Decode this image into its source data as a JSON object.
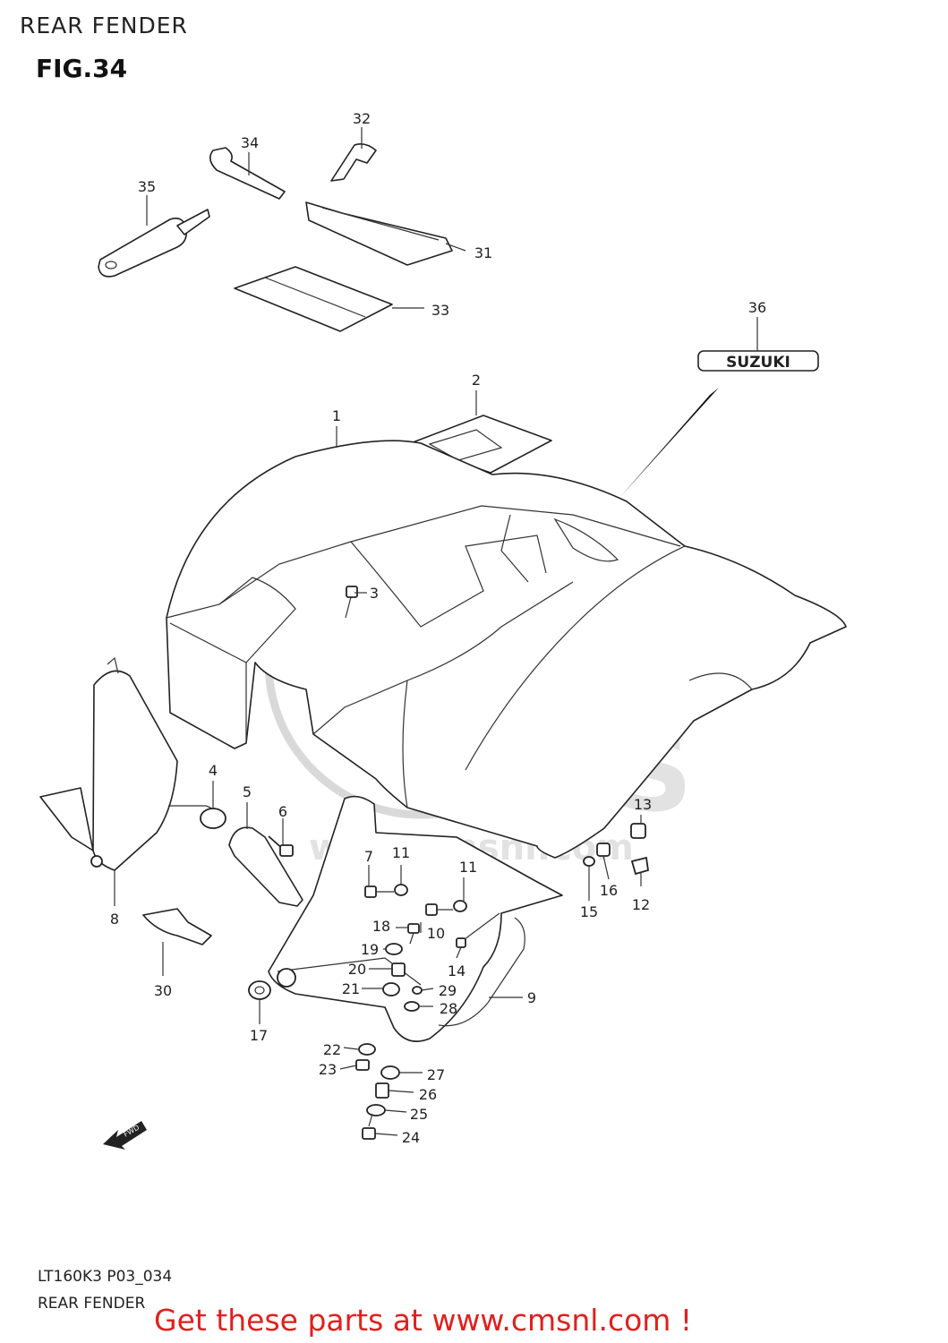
{
  "header": {
    "section_title": "REAR FENDER",
    "figure": "FIG.34"
  },
  "footer": {
    "code": "LT160K3 P03_034",
    "subtitle": "REAR FENDER",
    "cta": "Get these parts at www.cmsnl.com !"
  },
  "watermark": {
    "brand": "CMS",
    "site": "www.cmsnl.com"
  },
  "emblem_text": "SUZUKI",
  "fwd_text": "FWD",
  "callouts": [
    {
      "n": "1"
    },
    {
      "n": "2"
    },
    {
      "n": "3"
    },
    {
      "n": "4"
    },
    {
      "n": "5"
    },
    {
      "n": "6"
    },
    {
      "n": "7"
    },
    {
      "n": "8"
    },
    {
      "n": "9"
    },
    {
      "n": "10"
    },
    {
      "n": "11"
    },
    {
      "n": "11"
    },
    {
      "n": "12"
    },
    {
      "n": "13"
    },
    {
      "n": "14"
    },
    {
      "n": "15"
    },
    {
      "n": "16"
    },
    {
      "n": "17"
    },
    {
      "n": "18"
    },
    {
      "n": "19"
    },
    {
      "n": "20"
    },
    {
      "n": "21"
    },
    {
      "n": "22"
    },
    {
      "n": "23"
    },
    {
      "n": "24"
    },
    {
      "n": "25"
    },
    {
      "n": "26"
    },
    {
      "n": "27"
    },
    {
      "n": "28"
    },
    {
      "n": "29"
    },
    {
      "n": "30"
    },
    {
      "n": "31"
    },
    {
      "n": "32"
    },
    {
      "n": "33"
    },
    {
      "n": "34"
    },
    {
      "n": "35"
    },
    {
      "n": "36"
    }
  ]
}
